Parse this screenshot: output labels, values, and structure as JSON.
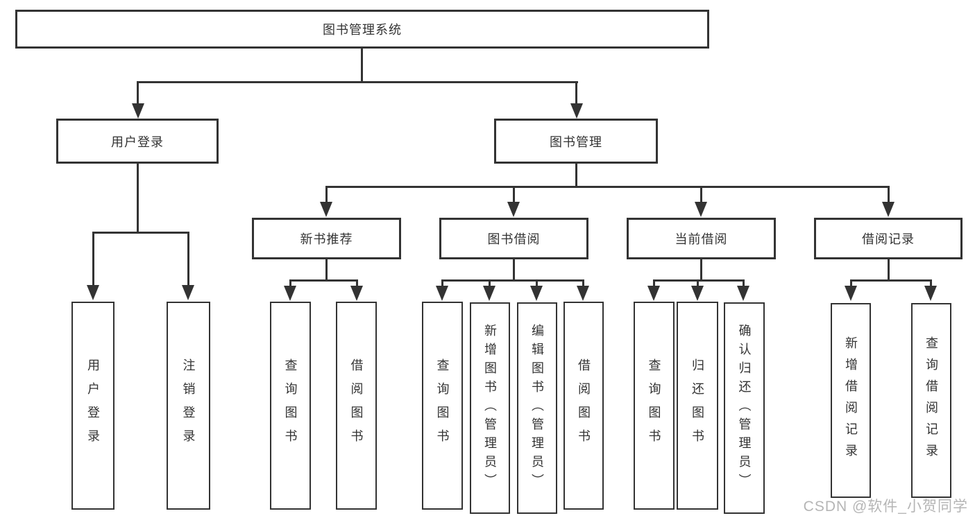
{
  "diagram": {
    "type": "hierarchy-tree",
    "nodes": {
      "root": "图书管理系统",
      "user_login": "用户登录",
      "book_mgmt": "图书管理",
      "new_book_rec": "新书推荐",
      "book_borrow": "图书借阅",
      "current_borrow": "当前借阅",
      "borrow_record": "借阅记录",
      "leaf_user_login": "用户登录",
      "leaf_logout": "注销登录",
      "rec_query_book": "查询图书",
      "rec_borrow_book": "借阅图书",
      "bb_query_book": "查询图书",
      "bb_add_book": "新增图书（管理员）",
      "bb_edit_book": "编辑图书（管理员）",
      "bb_borrow_book": "借阅图书",
      "cb_query_book": "查询图书",
      "cb_return_book": "归还图书",
      "cb_confirm_return": "确认归还（管理员）",
      "br_add_record": "新增借阅记录",
      "br_query_record": "查询借阅记录"
    },
    "hierarchy": {
      "图书管理系统": [
        "用户登录",
        "图书管理"
      ],
      "用户登录": [
        "用户登录",
        "注销登录"
      ],
      "图书管理": [
        "新书推荐",
        "图书借阅",
        "当前借阅",
        "借阅记录"
      ],
      "新书推荐": [
        "查询图书",
        "借阅图书"
      ],
      "图书借阅": [
        "查询图书",
        "新增图书（管理员）",
        "编辑图书（管理员）",
        "借阅图书"
      ],
      "当前借阅": [
        "查询图书",
        "归还图书",
        "确认归还（管理员）"
      ],
      "借阅记录": [
        "新增借阅记录",
        "查询借阅记录"
      ]
    },
    "colors": {
      "line": "#333333",
      "text": "#333333",
      "background": "#ffffff",
      "watermark": "#b5b5b5"
    }
  },
  "watermark": "CSDN @软件_小贺同学"
}
